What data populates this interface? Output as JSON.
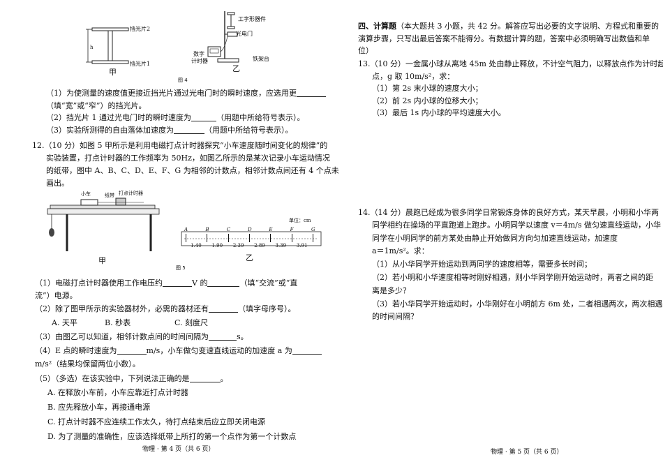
{
  "left": {
    "fig4": {
      "jia_labels": {
        "top": "挡光片2",
        "bottom": "挡光片1",
        "h": "h",
        "caption": "甲"
      },
      "yi_labels": {
        "i_shape": "工字形器件",
        "gate": "光电门",
        "timer": "数字\n计时器",
        "timer_l1": "数字",
        "timer_l2": "计时器",
        "stand": "铁架台",
        "caption": "乙"
      },
      "caption": "图 4"
    },
    "q11": {
      "p1": "（1）为使测量的速度值更接近挡光片通过光电门时的瞬时速度，应选用更",
      "p1b": "（填“宽”或“窄”）的挡光片。",
      "p2": "（2）挡光片 1 通过光电门时的瞬时速度为",
      "p2b": "（用题中所给符号表示）。",
      "p3": "（3）实验所测得的自由落体加速度为",
      "p3b": "（用题中所给符号表示）。"
    },
    "q12": {
      "head": "12.（10 分）如图 5 甲所示是利用电磁打点计时器探究“小车速度随时间变化的规律”的",
      "l2": "实验装置，打点计时器的工作频率为 50Hz，如图乙所示的是某次记录小车运动情况",
      "l3": "的纸带，图中 A、B、C、D、E、F、G 为相邻的计数点，相邻计数点间还有 4 个点未",
      "l4": "画出。",
      "fig": {
        "car": "小车",
        "tape": "纸带",
        "timer": "打点计时器",
        "unit": "单位：cm",
        "points": [
          "A",
          "B",
          "C",
          "D",
          "E",
          "F",
          "G"
        ],
        "dists": [
          "1.40",
          "1.90",
          "2.39",
          "2.89",
          "3.39",
          "3.91"
        ],
        "jia": "甲",
        "yi": "乙",
        "caption": "图 5"
      },
      "s1a": "（1）电磁打点计时器使用工作电压约",
      "s1b": "V 的",
      "s1c": "（填“交流”或“直",
      "s1d": "流”）电源。",
      "s2": "（2）除了图甲所示的实验器材外，必需的器材还有",
      "s2b": "（填字母序号）。",
      "opts": {
        "a": "A. 天平",
        "b": "B. 秒表",
        "c": "C. 刻度尺"
      },
      "s3": "（3）由图乙可以知道，相邻计数点间的时间间隔为",
      "s3b": "s。",
      "s4a": "（4）E 点的瞬时速度为",
      "s4b": "m/s，小车做匀变速直线运动的加速度 a 为",
      "s4c": "m/s²（结果均保留两位小数）。",
      "s5": "（5）（多选）在该实验中，下列说法正确的是",
      "s5b": "。",
      "o5a": "A. 在释放小车前，小车应靠近打点计时器",
      "o5b": "B. 应先释放小车，再接通电源",
      "o5c": "C. 打点计时器不应连续工作太久，待打点结束后应立即关闭电源",
      "o5d": "D. 为了测量的准确性，应该选择纸带上所打的第一个点作为第一个计数点"
    },
    "footer": "物理 · 第 4 页（共 6 页）"
  },
  "right": {
    "sec4": {
      "l1": "四、计算题（本大题共 3 小题，共 42 分。解答应写出必要的文字说明、方程式和重要的",
      "l2": "演算步骤，只写出最后答案不能得分。有数据计算的题，答案中必须明确写出数值和单",
      "l3": "位）"
    },
    "q13": {
      "l1": "13.（10 分）一金属小球从离地 45m 处由静止释放，不计空气阻力，以释放点作为计时起",
      "l2": "点，g 取 10m/s²，求：",
      "p1": "（1）第 2s 末小球的速度大小；",
      "p2": "（2）前 2s 内小球的位移大小；",
      "p3": "（3）最后 1s 内小球的平均速度大小。"
    },
    "q14": {
      "l1": "14.（14 分）晨跑已经成为很多同学日常锻炼身体的良好方式，某天早晨，小明和小华两",
      "l2": "同学相约在操场的平直跑道上跑步。小明同学以速度 v＝4m/s 做匀速直线运动，小华",
      "l3": "同学在小明同学的前方某处由静止开始做同方向匀加速直线运动，加速度",
      "l4": "a＝1m/s²。求：",
      "p1": "（1）从小华同学开始运动到两同学的速度相等，需要多长时间；",
      "p2": "（2）若小明和小华速度相等时刚好相遇，则小华同学刚开始运动时，两者之间的距",
      "p2b": "离是多少？",
      "p3": "（3）若小华同学开始运动时，小华刚好在小明前方 6m 处，二者相遇两次，两次相遇",
      "p3b": "的时间间隔？"
    },
    "footer": "物理 · 第 5 页（共 6 页）"
  }
}
